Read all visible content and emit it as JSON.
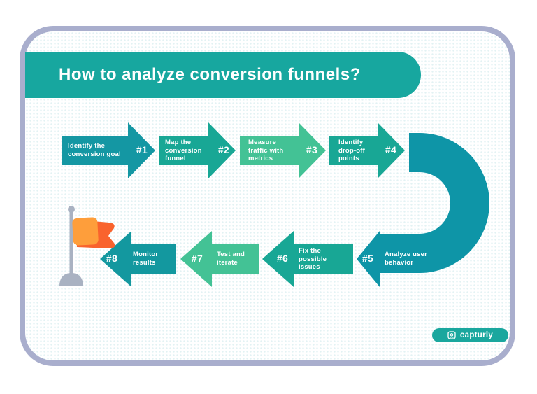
{
  "title": "How to analyze conversion funnels?",
  "steps": [
    {
      "num": "#1",
      "label": "Identify the\nconversion goal"
    },
    {
      "num": "#2",
      "label": "Map the\nconversion\nfunnel"
    },
    {
      "num": "#3",
      "label": "Measure\ntraffic with\nmetrics"
    },
    {
      "num": "#4",
      "label": "Identify\ndrop-off\npoints"
    },
    {
      "num": "#5",
      "label": "Analyze user\nbehavior"
    },
    {
      "num": "#6",
      "label": "Fix the\npossible\nissues"
    },
    {
      "num": "#7",
      "label": "Test and\niterate"
    },
    {
      "num": "#8",
      "label": "Monitor\nresults"
    }
  ],
  "branding": {
    "logo_text": "capturly"
  },
  "colors": {
    "header_banner": "#17a79f",
    "step1": "#1497a3",
    "step2": "#18a795",
    "step3": "#43c295",
    "step4": "#18a795",
    "step5_curve": "#0e95a7",
    "step6": "#18a795",
    "step7": "#43c295",
    "step8": "#13989f",
    "card_border": "#a9aecd",
    "flag_front": "#fe9e3b",
    "flag_back": "#f9632d",
    "flag_pole": "#a9b2c2",
    "logo_pill": "#1aa79e",
    "text": "#ffffff"
  }
}
